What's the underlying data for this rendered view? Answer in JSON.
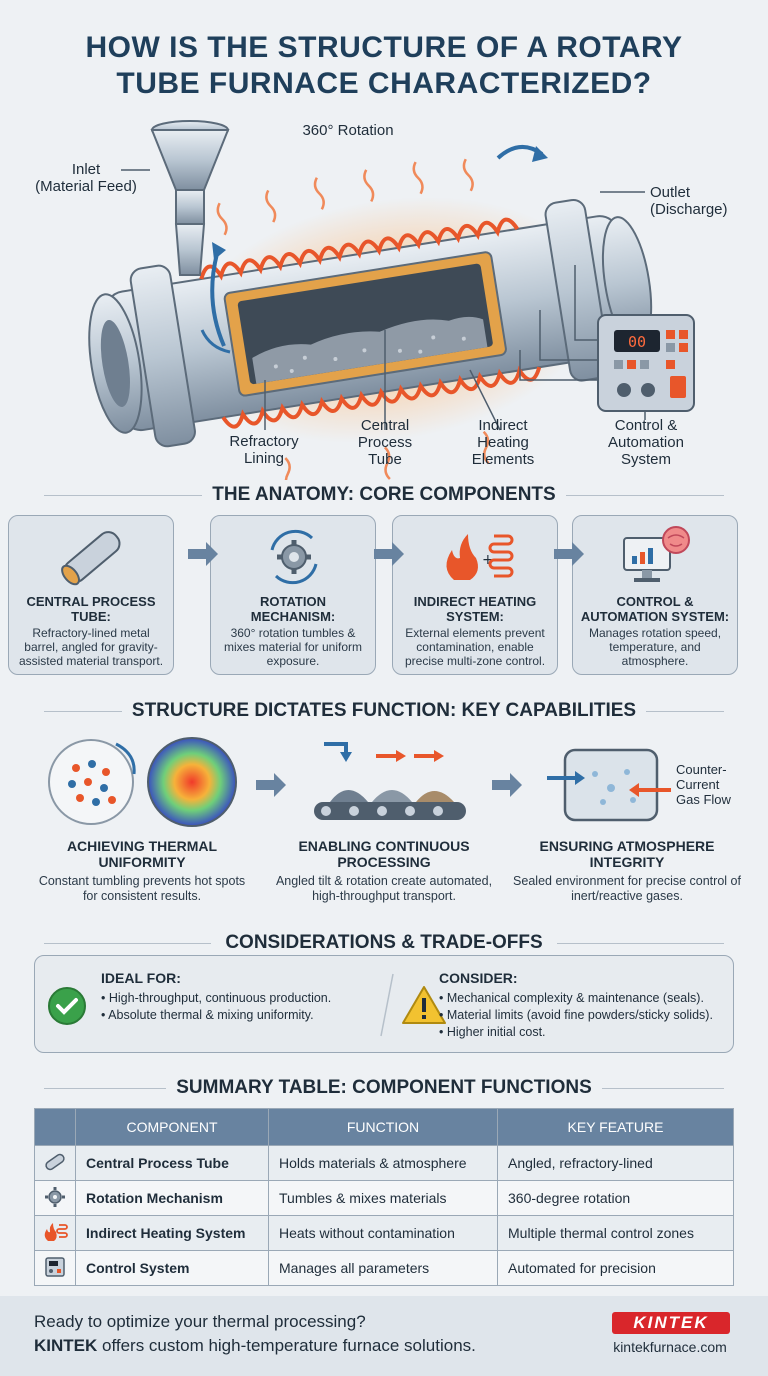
{
  "title": "HOW IS THE STRUCTURE OF A ROTARY TUBE FURNACE CHARACTERIZED?",
  "diagram": {
    "rotation": "360° Rotation",
    "inlet": "Inlet",
    "inlet_sub": "(Material Feed)",
    "outlet": "Outlet",
    "outlet_sub": "(Discharge)",
    "refractory": "Refractory Lining",
    "central_tube": "Central Process Tube",
    "heating": "Indirect Heating Elements",
    "control": "Control & Automation System",
    "display": "00"
  },
  "anatomy": {
    "heading": "THE ANATOMY: CORE COMPONENTS",
    "cards": [
      {
        "title": "Central Process Tube:",
        "desc": "Refractory-lined metal barrel, angled for gravity-assisted material transport."
      },
      {
        "title": "Rotation Mechanism:",
        "desc": "360° rotation tumbles & mixes material for uniform exposure."
      },
      {
        "title": "Indirect Heating System:",
        "desc": "External elements prevent contamination, enable precise multi-zone control."
      },
      {
        "title": "Control & Automation System:",
        "desc": "Manages rotation speed, temperature, and atmosphere."
      }
    ]
  },
  "capabilities": {
    "heading": "STRUCTURE DICTATES FUNCTION: KEY CAPABILITIES",
    "items": [
      {
        "title": "Achieving Thermal Uniformity",
        "desc": "Constant tumbling prevents hot spots for consistent results."
      },
      {
        "title": "Enabling Continuous Processing",
        "desc": "Angled tilt & rotation create automated, high-throughput transport."
      },
      {
        "title": "Ensuring Atmosphere Integrity",
        "desc": "Sealed environment for precise control of inert/reactive gases."
      }
    ],
    "gas_label": "Counter-Current Gas Flow"
  },
  "considerations": {
    "heading": "CONSIDERATIONS & TRADE-OFFS",
    "ideal_title": "IDEAL FOR:",
    "ideal": [
      "High-throughput, continuous production.",
      "Absolute thermal & mixing uniformity."
    ],
    "consider_title": "CONSIDER:",
    "consider": [
      "Mechanical complexity & maintenance (seals).",
      "Material limits (avoid fine powders/sticky solids).",
      "Higher initial cost."
    ]
  },
  "summary": {
    "heading": "SUMMARY TABLE: COMPONENT FUNCTIONS",
    "columns": [
      "COMPONENT",
      "FUNCTION",
      "KEY FEATURE"
    ],
    "rows": [
      {
        "component": "Central Process Tube",
        "function": "Holds materials & atmosphere",
        "feature": "Angled, refractory-lined"
      },
      {
        "component": "Rotation Mechanism",
        "function": "Tumbles & mixes materials",
        "feature": "360-degree rotation"
      },
      {
        "component": "Indirect Heating System",
        "function": "Heats without contamination",
        "feature": "Multiple thermal control zones"
      },
      {
        "component": "Control System",
        "function": "Manages all parameters",
        "feature": "Automated for precision"
      }
    ]
  },
  "footer": {
    "line1": "Ready to optimize your thermal processing?",
    "brand": "KINTEK",
    "line2_rest": " offers custom high-temperature furnace solutions.",
    "logo": "KINTEK",
    "site": "kintekfurnace.com"
  },
  "colors": {
    "title": "#1f3f5b",
    "heat": "#e8562a",
    "steel": "#b9c6d2",
    "table_header": "#6883a0",
    "logo_red": "#d9262b",
    "check_green": "#3aa14a",
    "warn_yellow": "#f2c230"
  }
}
